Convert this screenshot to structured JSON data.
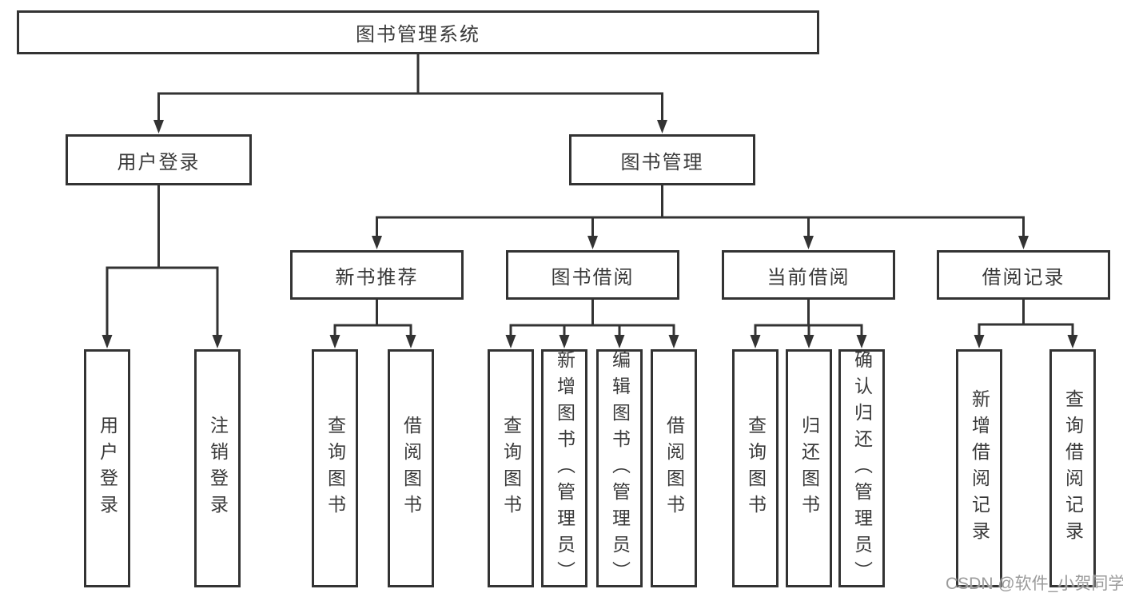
{
  "tree": {
    "label": "图书管理系统",
    "children": [
      {
        "label": "用户登录",
        "children": [
          {
            "label": "用户登录"
          },
          {
            "label": "注销登录"
          }
        ]
      },
      {
        "label": "图书管理",
        "children": [
          {
            "label": "新书推荐",
            "children": [
              {
                "label": "查询图书"
              },
              {
                "label": "借阅图书"
              }
            ]
          },
          {
            "label": "图书借阅",
            "children": [
              {
                "label": "查询图书"
              },
              {
                "label": "新增图书（管理员）"
              },
              {
                "label": "编辑图书（管理员）"
              },
              {
                "label": "借阅图书"
              }
            ]
          },
          {
            "label": "当前借阅",
            "children": [
              {
                "label": "查询图书"
              },
              {
                "label": "归还图书"
              },
              {
                "label": "确认归还（管理员）"
              }
            ]
          },
          {
            "label": "借阅记录",
            "children": [
              {
                "label": "新增借阅记录"
              },
              {
                "label": "查询借阅记录"
              }
            ]
          }
        ]
      }
    ]
  },
  "watermark": {
    "text": "CSDN @软件_小贺同学"
  },
  "colors": {
    "line": "#333333",
    "text": "#3a3a3a",
    "box_background": "#ffffff",
    "watermark": "#9b9b9b"
  }
}
